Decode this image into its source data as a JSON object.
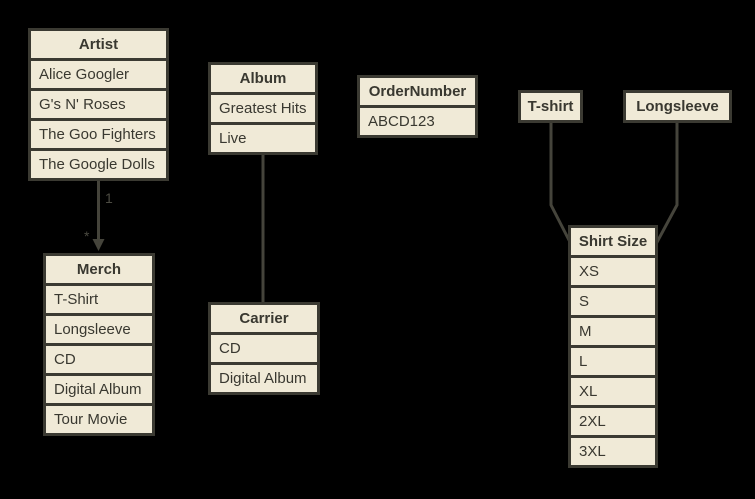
{
  "colors": {
    "background": "#000000",
    "node_fill": "#f0ead7",
    "node_frame": "#3b3a32",
    "node_text": "#393830",
    "connector": "#45443b",
    "connector_label": "#4c4b42"
  },
  "nodes": {
    "artist": {
      "header": "Artist",
      "rows": [
        "Alice Googler",
        "G's N' Roses",
        "The Goo Fighters",
        "The Google Dolls"
      ]
    },
    "album": {
      "header": "Album",
      "rows": [
        "Greatest Hits",
        "Live"
      ]
    },
    "order_number": {
      "header": "OrderNumber",
      "rows": [
        "ABCD123"
      ]
    },
    "tshirt": {
      "header": "T-shirt",
      "rows": []
    },
    "longsleeve": {
      "header": "Longsleeve",
      "rows": []
    },
    "merch": {
      "header": "Merch",
      "rows": [
        "T-Shirt",
        "Longsleeve",
        "CD",
        "Digital Album",
        "Tour Movie"
      ]
    },
    "carrier": {
      "header": "Carrier",
      "rows": [
        "CD",
        "Digital Album"
      ]
    },
    "shirt_size": {
      "header": "Shirt Size",
      "rows": [
        "XS",
        "S",
        "M",
        "L",
        "XL",
        "2XL",
        "3XL"
      ]
    }
  },
  "connectors": {
    "artist_to_merch": {
      "from": "artist",
      "to": "merch",
      "source_label": "1",
      "target_label": "*",
      "arrowhead": true
    },
    "album_to_carrier": {
      "from": "album",
      "to": "carrier"
    },
    "tshirt_to_shirt_size": {
      "from": "tshirt",
      "to": "shirt_size"
    },
    "longsleeve_to_shirt_size": {
      "from": "longsleeve",
      "to": "shirt_size"
    }
  }
}
